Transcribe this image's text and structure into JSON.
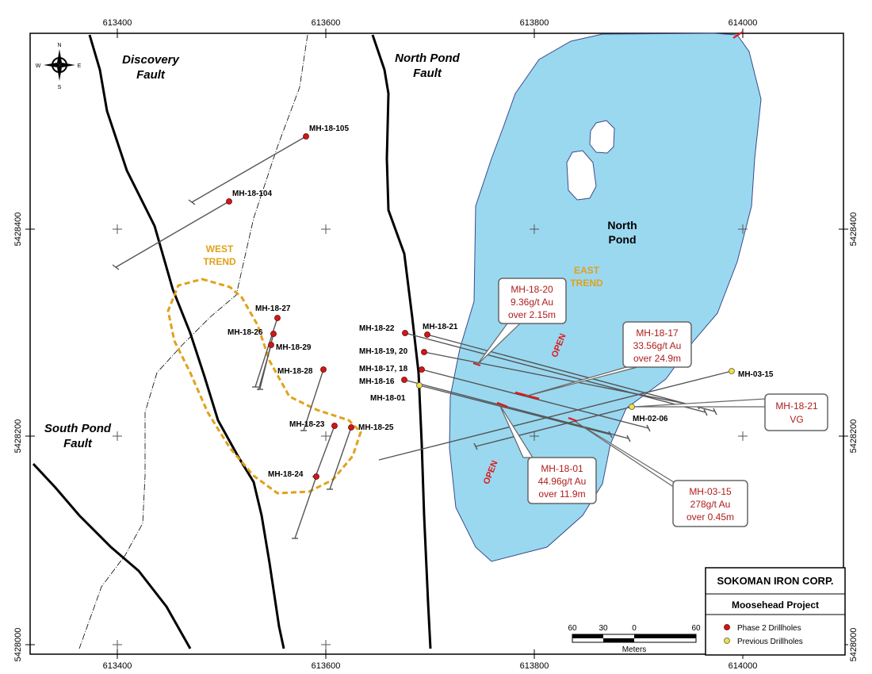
{
  "axes": {
    "x_ticks": [
      "613400",
      "613600",
      "613800",
      "614000"
    ],
    "y_ticks": [
      "5428400",
      "5428200",
      "5428000"
    ]
  },
  "faults": {
    "discovery": [
      "Discovery",
      "Fault"
    ],
    "north_pond": [
      "North Pond",
      "Fault"
    ],
    "south_pond": [
      "South Pond",
      "Fault"
    ]
  },
  "pond_label": [
    "North",
    "Pond"
  ],
  "trends": {
    "west": [
      "WEST",
      "TREND"
    ],
    "east": [
      "EAST",
      "TREND"
    ]
  },
  "open_label": "OPEN",
  "drillholes": {
    "mh_18_105": "MH-18-105",
    "mh_18_104": "MH-18-104",
    "mh_18_27": "MH-18-27",
    "mh_18_26": "MH-18-26",
    "mh_18_29": "MH-18-29",
    "mh_18_28": "MH-18-28",
    "mh_18_23": "MH-18-23",
    "mh_18_25": "MH-18-25",
    "mh_18_24": "MH-18-24",
    "mh_18_22": "MH-18-22",
    "mh_18_21": "MH-18-21",
    "mh_18_19_20": "MH-18-19, 20",
    "mh_18_17_18": "MH-18-17, 18",
    "mh_18_16": "MH-18-16",
    "mh_18_01": "MH-18-01",
    "mh_03_15": "MH-03-15",
    "mh_02_06": "MH-02-06"
  },
  "callouts": {
    "mh_18_20": [
      "MH-18-20",
      "9.36g/t Au",
      "over 2.15m"
    ],
    "mh_18_17": [
      "MH-18-17",
      "33.56g/t Au",
      "over 24.9m"
    ],
    "mh_18_21": [
      "MH-18-21",
      "VG"
    ],
    "mh_18_01": [
      "MH-18-01",
      "44.96g/t Au",
      "over 11.9m"
    ],
    "mh_03_15": [
      "MH-03-15",
      "278g/t Au",
      "over 0.45m"
    ]
  },
  "compass": {
    "n": "N",
    "s": "S",
    "e": "E",
    "w": "W"
  },
  "scale_bar": {
    "labels": [
      "60",
      "30",
      "0",
      "60"
    ],
    "unit": "Meters"
  },
  "legend": {
    "company": "SOKOMAN IRON CORP.",
    "project": "Moosehead Project",
    "phase2": "Phase 2 Drillholes",
    "previous": "Previous Drillholes"
  },
  "colors": {
    "pond": "#9ad8f0",
    "trend": "#e0a21a",
    "callout_text": "#b01c1c",
    "open": "#e01818",
    "phase2_marker": "#d01818",
    "previous_marker": "#f0e040"
  }
}
